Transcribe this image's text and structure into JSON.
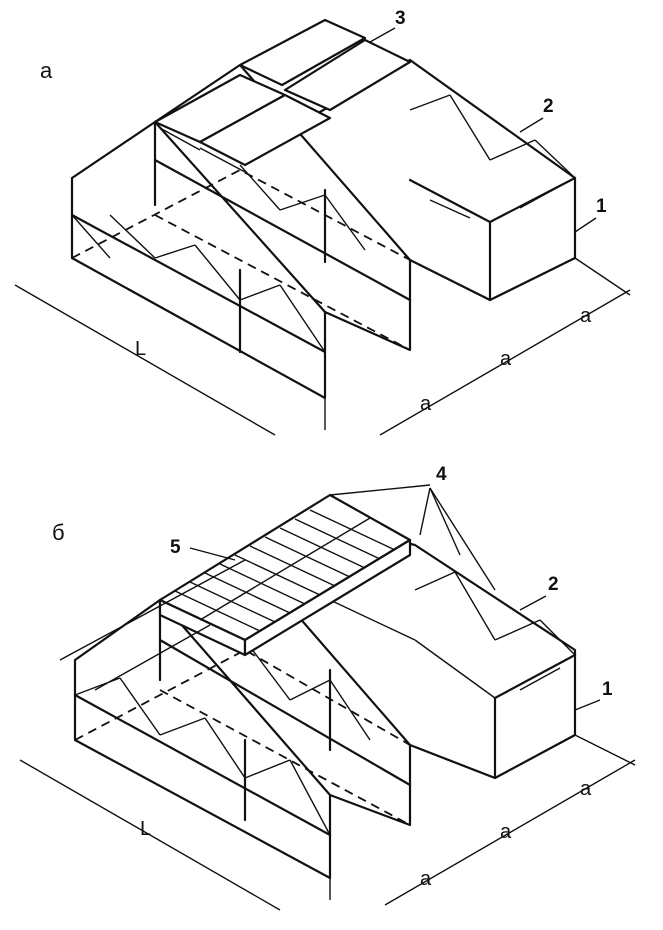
{
  "panel_a": {
    "label": "а",
    "callouts": [
      "1",
      "2",
      "3"
    ],
    "dimension_L": "L",
    "dimension_a": "a"
  },
  "panel_b": {
    "label": "б",
    "callouts": [
      "1",
      "2",
      "4",
      "5"
    ],
    "dimension_L": "L",
    "dimension_a": "a"
  }
}
